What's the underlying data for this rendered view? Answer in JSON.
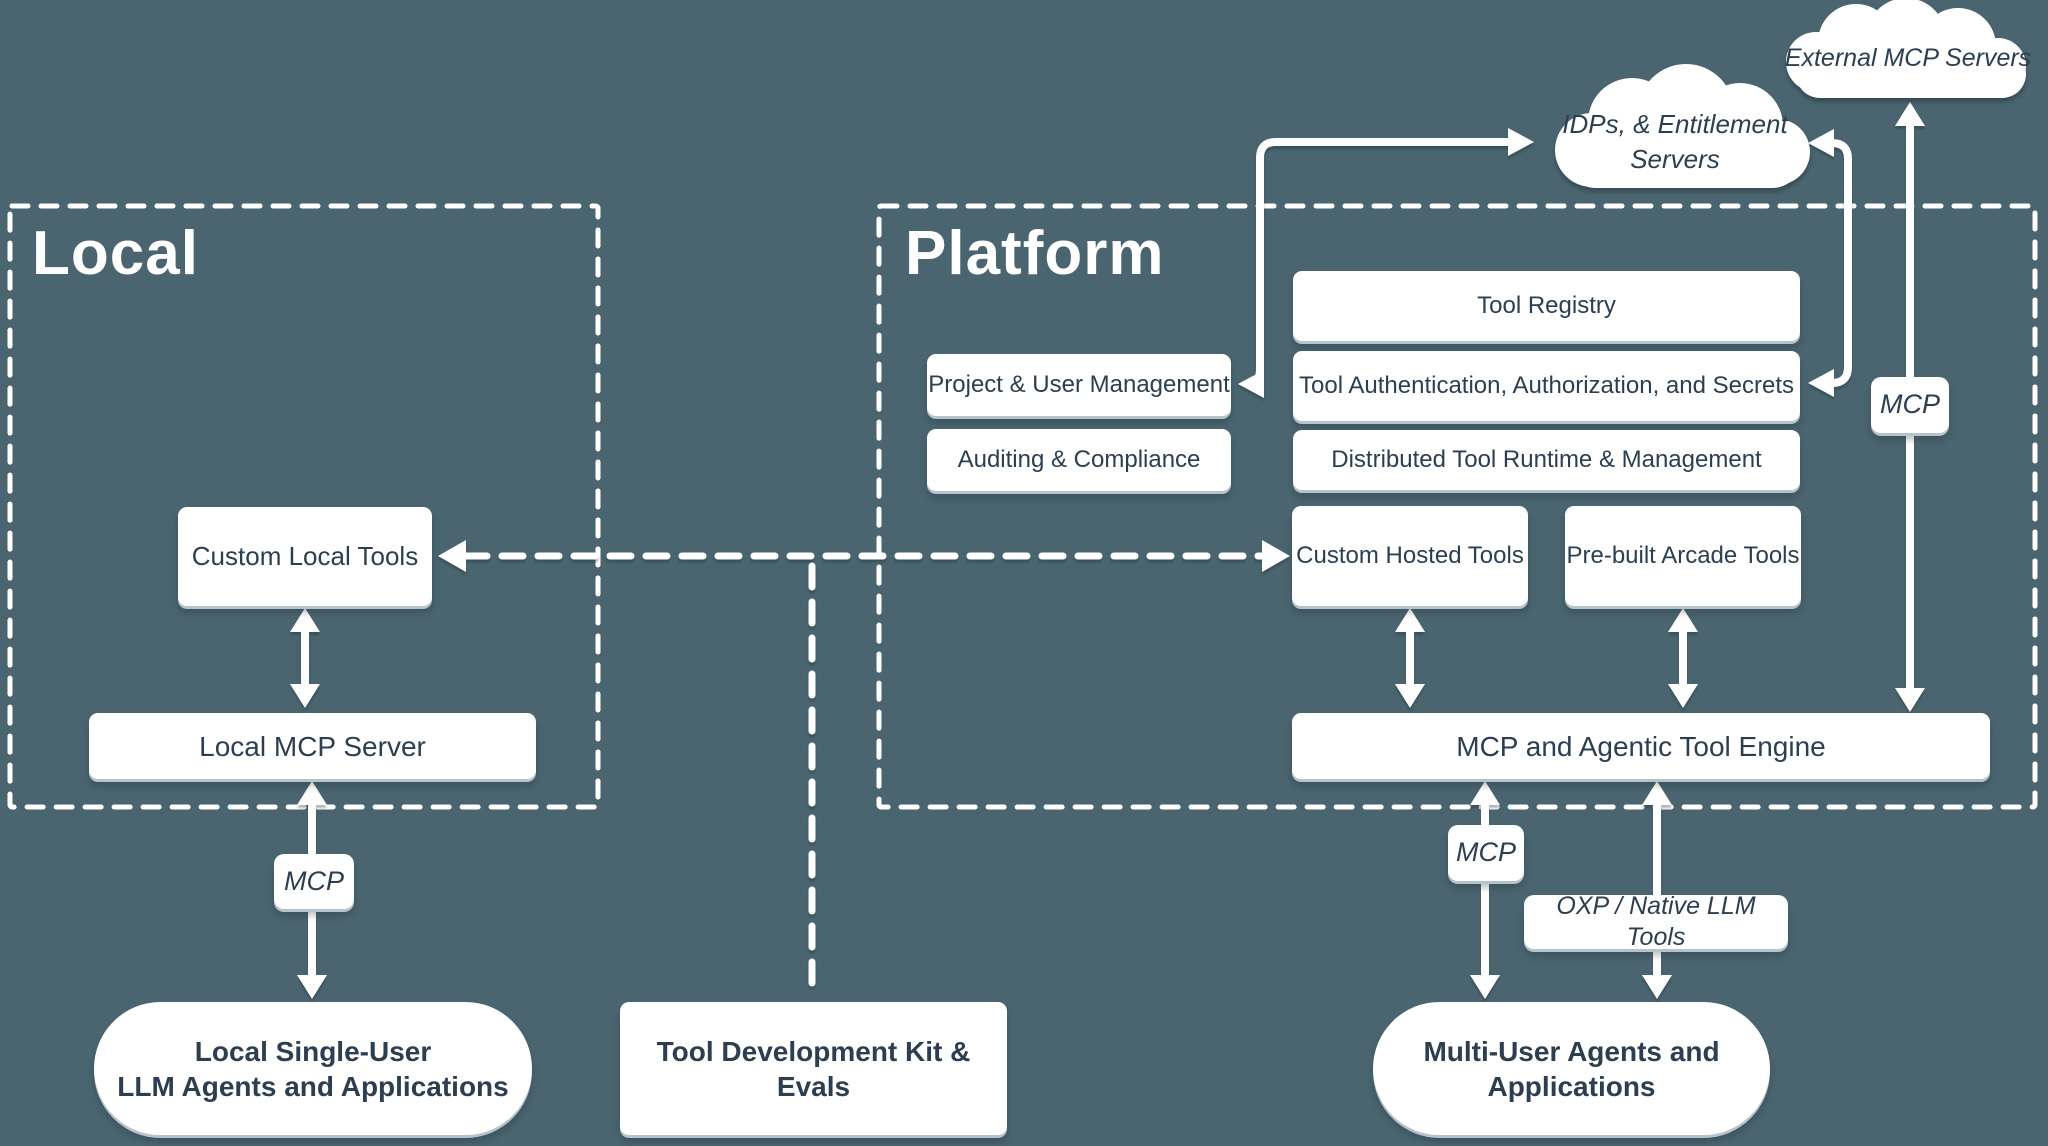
{
  "colors": {
    "background": "#4a656f",
    "box_fill": "#ffffff",
    "box_text": "#2d3e50",
    "line": "#ffffff",
    "shadow_edge": "#b7c3ca"
  },
  "local": {
    "title": "Local",
    "custom_local_tools": "Custom Local Tools",
    "local_mcp_server": "Local MCP Server"
  },
  "platform": {
    "title": "Platform",
    "project_user_management": "Project & User Management",
    "auditing_compliance": "Auditing & Compliance",
    "tool_registry": "Tool Registry",
    "tool_auth": "Tool Authentication, Authorization, and Secrets",
    "distributed_runtime": "Distributed Tool Runtime & Management",
    "custom_hosted_tools": "Custom Hosted Tools",
    "prebuilt_arcade_tools": "Pre-built Arcade Tools",
    "engine": "MCP and Agentic Tool Engine"
  },
  "clouds": {
    "idps": {
      "line1": "IDPs, & Entitlement",
      "line2": "Servers"
    },
    "external": {
      "label": "External MCP Servers"
    }
  },
  "edge_labels": {
    "mcp_local": "MCP",
    "mcp_external": "MCP",
    "mcp_engine": "MCP",
    "oxp": "OXP / Native LLM Tools"
  },
  "bottom": {
    "local_agents_line1": "Local Single-User",
    "local_agents_line2": "LLM Agents and Applications",
    "tdk": "Tool Development Kit & Evals",
    "multi_user_line1": "Multi-User Agents and",
    "multi_user_line2": "Applications"
  }
}
